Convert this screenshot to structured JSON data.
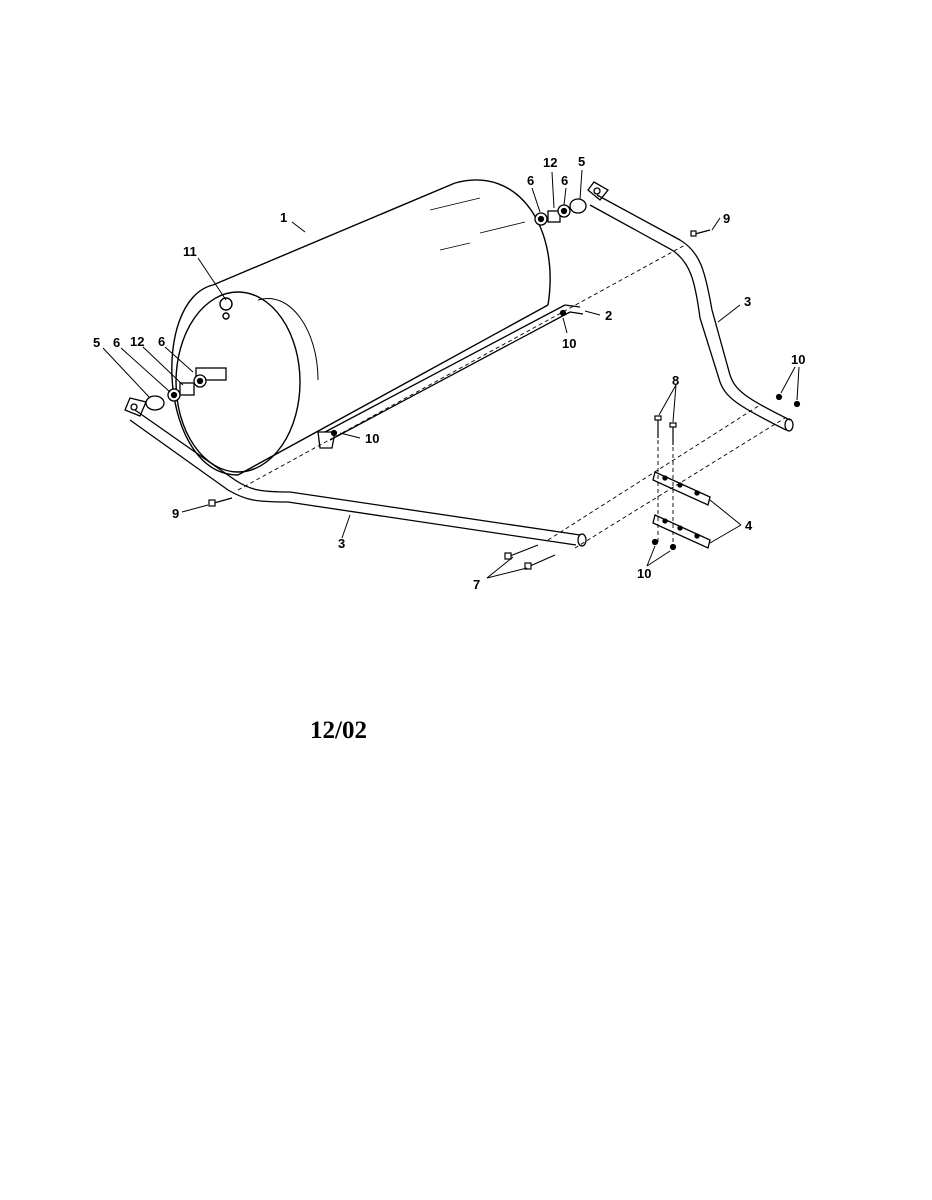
{
  "diagram": {
    "callouts": {
      "c1": "1",
      "c2": "2",
      "c3a": "3",
      "c3b": "3",
      "c4": "4",
      "c5a": "5",
      "c5b": "5",
      "c6a": "6",
      "c6b": "6",
      "c6c": "6",
      "c6d": "6",
      "c7": "7",
      "c8": "8",
      "c9a": "9",
      "c9b": "9",
      "c10a": "10",
      "c10b": "10",
      "c10c": "10",
      "c10d": "10",
      "c11": "11",
      "c12a": "12",
      "c12b": "12"
    }
  },
  "footer": {
    "date": "12/02"
  }
}
